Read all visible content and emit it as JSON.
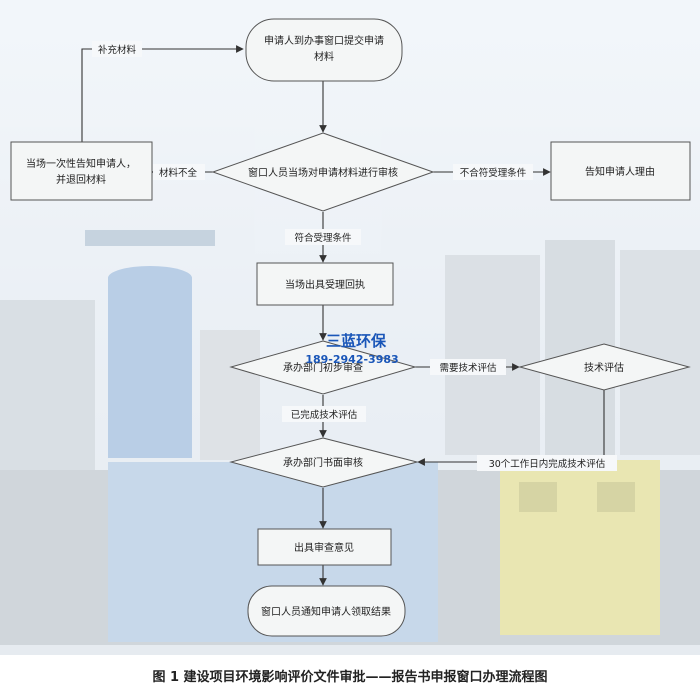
{
  "nodes": {
    "start": "申请人到办事窗口提交申请材料",
    "review": "窗口人员当场对申请材料进行审核",
    "notify_left": "当场一次性告知申请人，\n并退回材料",
    "notify_reason": "告知申请人理由",
    "receipt": "当场出具受理回执",
    "prelim": "承办部门初步审查",
    "tech_eval": "技术评估",
    "written": "承办部门书面审核",
    "opinion": "出具审查意见",
    "end": "窗口人员通知申请人领取结果"
  },
  "edges": {
    "supplement": "补充材料",
    "incomplete": "材料不全",
    "not_meet": "不合符受理条件",
    "meet": "符合受理条件",
    "need_eval": "需要技术评估",
    "eval_done": "已完成技术评估",
    "eval_30days": "30个工作日内完成技术评估"
  },
  "watermark": {
    "name": "三蓝环保",
    "phone": "189-2942-3983"
  },
  "caption": "图 1 建设项目环境影响评价文件审批——报告书申报窗口办理流程图",
  "colors": {
    "box_fill": "#f4f6f6",
    "stroke": "#555555",
    "watermark": "#1a56b8"
  }
}
